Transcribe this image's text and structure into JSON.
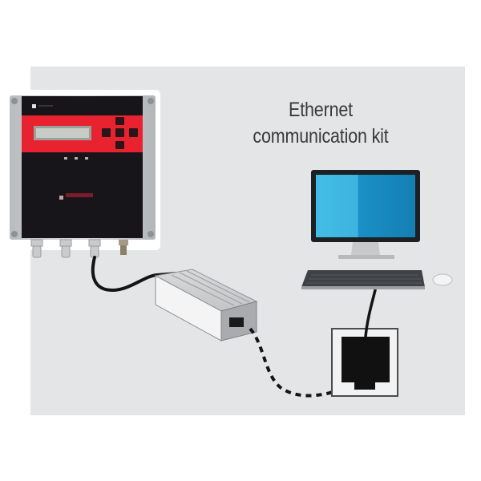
{
  "diagram": {
    "title_lines": [
      "Ethernet",
      "communication kit"
    ],
    "colors": {
      "background": "#ffffff",
      "panel": "#e4e5e7",
      "controller_red": "#e8232f",
      "controller_black": "#17141a",
      "monitor_blue": "#1a8fc4",
      "monitor_blue_light": "#3cb4e0",
      "cable": "#141414"
    },
    "components": [
      {
        "id": "controller",
        "label": "Wall-mounted controller unit",
        "icon": "controller-icon"
      },
      {
        "id": "adapter",
        "label": "Ethernet adapter box",
        "icon": "adapter-box-icon"
      },
      {
        "id": "wall-socket",
        "label": "RJ45 wall socket",
        "icon": "ethernet-socket-icon"
      },
      {
        "id": "computer",
        "label": "Desktop computer with keyboard and mouse",
        "icon": "computer-icon"
      }
    ],
    "connections": [
      {
        "from": "controller",
        "to": "adapter",
        "style": "solid-cable"
      },
      {
        "from": "adapter",
        "to": "wall-socket",
        "style": "dashed-network"
      },
      {
        "from": "wall-socket",
        "to": "computer",
        "style": "solid-cable"
      }
    ]
  }
}
